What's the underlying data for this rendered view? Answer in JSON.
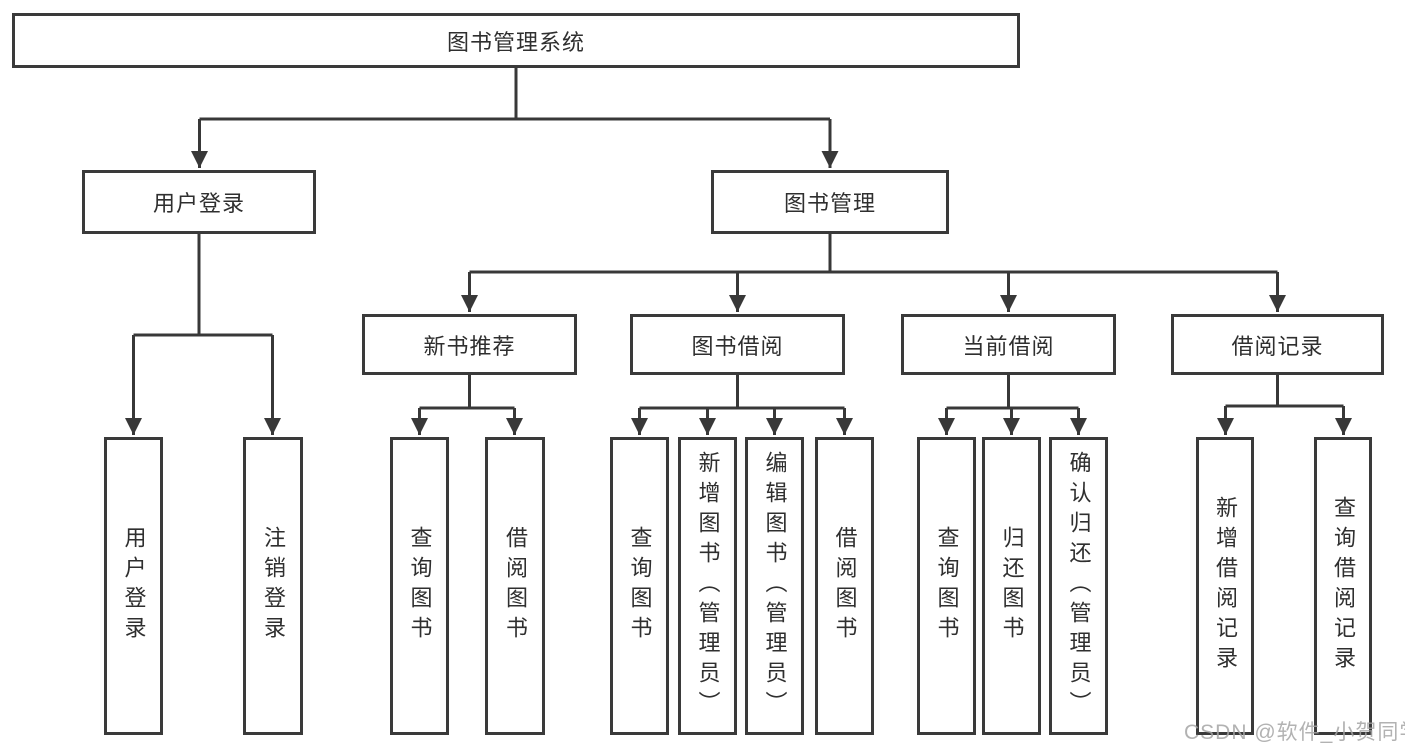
{
  "diagram": {
    "title_node": "图书管理系统",
    "watermark": "CSDN @软件_小贺同学",
    "colors": {
      "line": "#383838",
      "box_border": "#3a3a3a",
      "box_fill": "#ffffff",
      "text": "#2f2f2f",
      "watermark": "#a5a5a5"
    },
    "branches": [
      {
        "label": "用户登录",
        "leaves": [
          "用户登录",
          "注销登录"
        ]
      },
      {
        "label": "图书管理",
        "children": [
          {
            "label": "新书推荐",
            "leaves": [
              "查询图书",
              "借阅图书"
            ]
          },
          {
            "label": "图书借阅",
            "leaves": [
              "查询图书",
              "新增图书（管理员）",
              "编辑图书（管理员）",
              "借阅图书"
            ]
          },
          {
            "label": "当前借阅",
            "leaves": [
              "查询图书",
              "归还图书",
              "确认归还（管理员）"
            ]
          },
          {
            "label": "借阅记录",
            "leaves": [
              "新增借阅记录",
              "查询借阅记录"
            ]
          }
        ]
      }
    ]
  }
}
